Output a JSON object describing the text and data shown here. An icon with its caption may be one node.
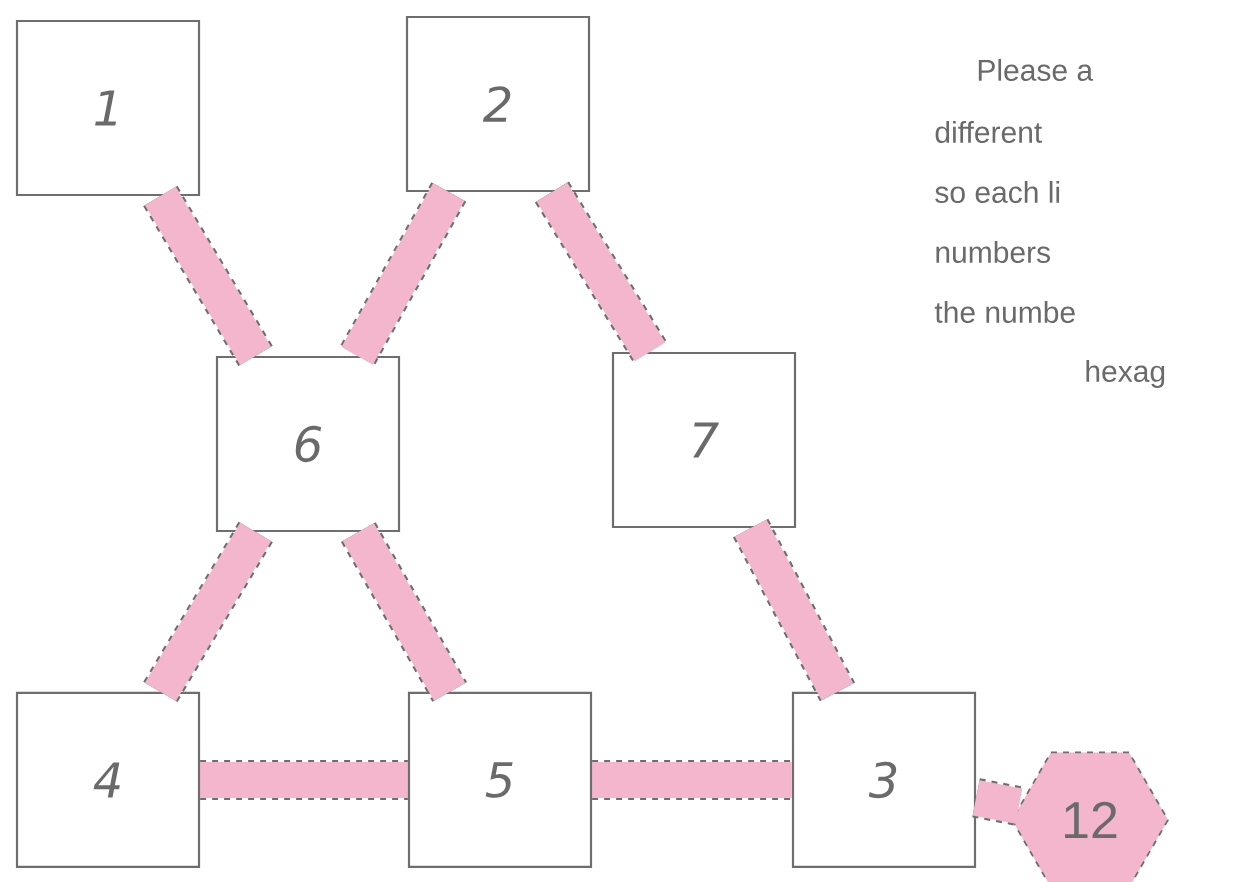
{
  "diagram": {
    "nodes": [
      {
        "text": [
          "1"
        ]
      },
      {
        "text": [
          "2"
        ]
      },
      {
        "text": [
          "6"
        ]
      },
      {
        "text": [
          "7"
        ]
      },
      {
        "text": [
          "4"
        ]
      },
      {
        "text": [
          "5"
        ]
      },
      {
        "text": [
          "3"
        ]
      },
      {
        "text": [
          "12"
        ]
      }
    ],
    "edges": [
      {
        "from": 0,
        "to": 2,
        "arrow": "none"
      },
      {
        "from": 1,
        "to": 2,
        "arrow": "none"
      },
      {
        "from": 1,
        "to": 3,
        "arrow": "none"
      },
      {
        "from": 2,
        "to": 4,
        "arrow": "none"
      },
      {
        "from": 2,
        "to": 5,
        "arrow": "none"
      },
      {
        "from": 3,
        "to": 6,
        "arrow": "none"
      },
      {
        "from": 4,
        "to": 5,
        "arrow": "none"
      },
      {
        "from": 5,
        "to": 6,
        "arrow": "none"
      },
      {
        "from": 6,
        "to": 7,
        "arrow": "none"
      }
    ],
    "labels": [
      "Please a",
      "different",
      "so each li",
      "numbers",
      "the numbe",
      "hexag"
    ]
  }
}
